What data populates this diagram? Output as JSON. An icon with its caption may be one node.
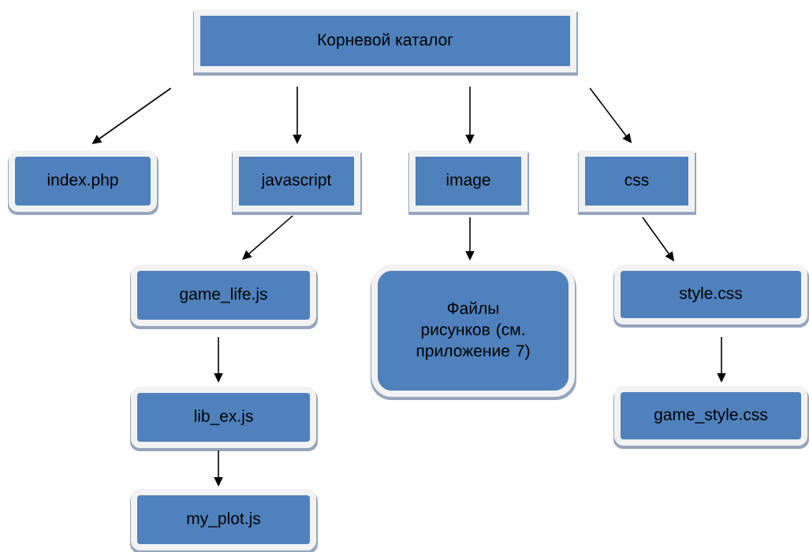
{
  "diagram": {
    "nodes": [
      {
        "text": [
          "Корневой каталог"
        ]
      },
      {
        "text": [
          "index.php"
        ]
      },
      {
        "text": [
          "javascript"
        ]
      },
      {
        "text": [
          "image"
        ]
      },
      {
        "text": [
          "css"
        ]
      },
      {
        "text": [
          "game_life.js"
        ]
      },
      {
        "text": [
          "lib_ex.js"
        ]
      },
      {
        "text": [
          "my_plot.js"
        ]
      },
      {
        "text": [
          "Файлы рисунков (см. приложение 7)"
        ]
      },
      {
        "text": [
          "style.css"
        ]
      },
      {
        "text": [
          "game_style.css"
        ]
      }
    ],
    "edges": [
      {
        "from": 0,
        "to": 1,
        "arrow": "to"
      },
      {
        "from": 0,
        "to": 2,
        "arrow": "to"
      },
      {
        "from": 0,
        "to": 3,
        "arrow": "to"
      },
      {
        "from": 0,
        "to": 4,
        "arrow": "to"
      },
      {
        "from": 2,
        "to": 5,
        "arrow": "to"
      },
      {
        "from": 5,
        "to": 6,
        "arrow": "to"
      },
      {
        "from": 6,
        "to": 7,
        "arrow": "to"
      },
      {
        "from": 3,
        "to": 8,
        "arrow": "to"
      },
      {
        "from": 4,
        "to": 9,
        "arrow": "to"
      },
      {
        "from": 9,
        "to": 10,
        "arrow": "to"
      }
    ]
  }
}
